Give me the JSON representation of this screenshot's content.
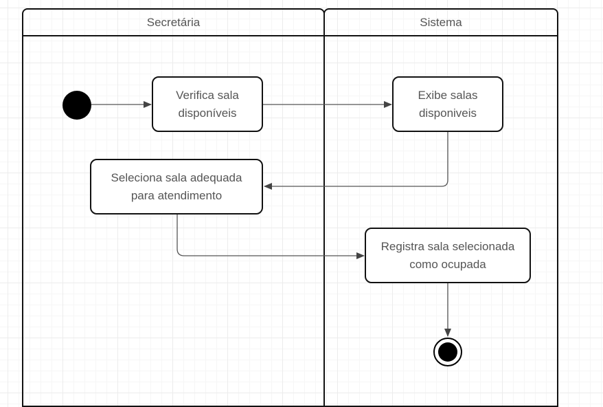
{
  "lanes": [
    {
      "id": "secretaria",
      "label": "Secretária"
    },
    {
      "id": "sistema",
      "label": "Sistema"
    }
  ],
  "nodes": {
    "verifica": {
      "label": "Verifica sala\ndisponíveis"
    },
    "exibe": {
      "label": "Exibe salas\ndisponiveis"
    },
    "seleciona": {
      "label": "Seleciona sala adequada\npara atendimento"
    },
    "registra": {
      "label": "Registra sala selecionada\ncomo ocupada"
    }
  },
  "edges": [
    {
      "from": "start",
      "to": "verifica"
    },
    {
      "from": "verifica",
      "to": "exibe"
    },
    {
      "from": "exibe",
      "to": "seleciona"
    },
    {
      "from": "seleciona",
      "to": "registra"
    },
    {
      "from": "registra",
      "to": "end"
    }
  ],
  "colors": {
    "line": "#555555",
    "border": "#111111",
    "text": "#555555"
  }
}
